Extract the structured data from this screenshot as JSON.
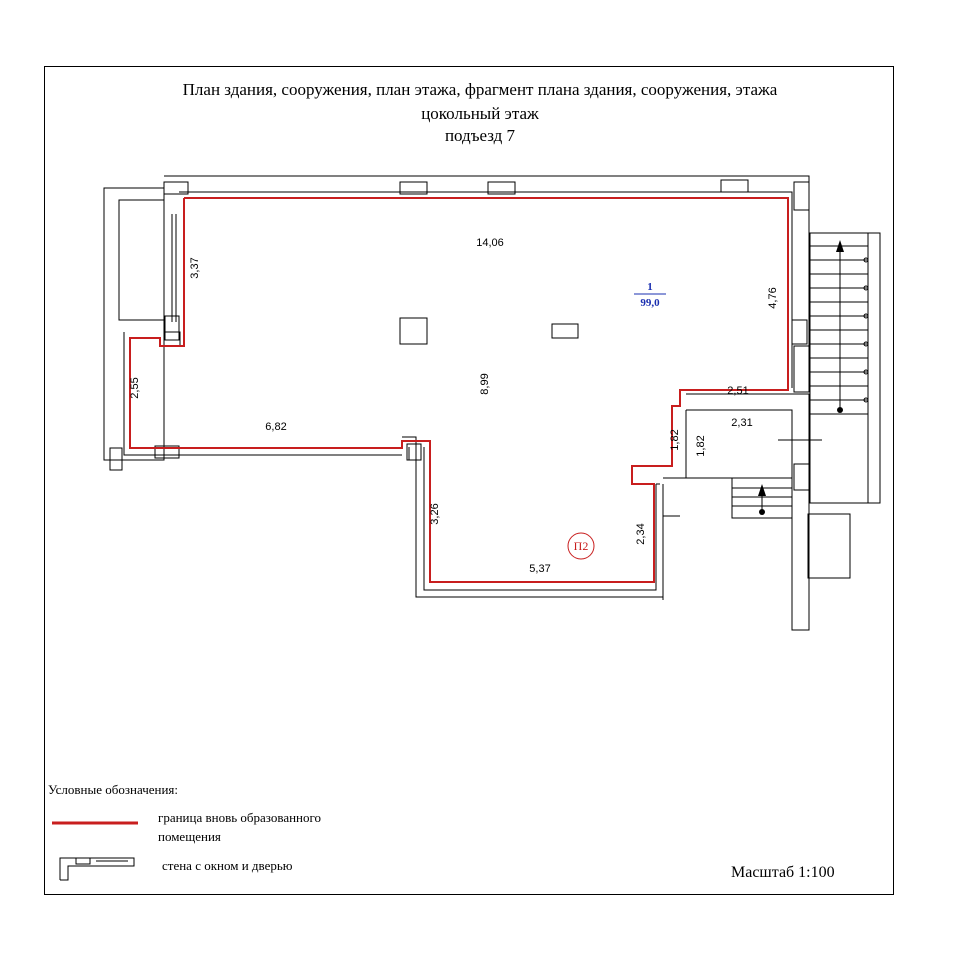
{
  "title": {
    "line1": "План здания, сооружения, план этажа, фрагмент плана здания, сооружения, этажа",
    "line2": "цокольный этаж",
    "line3": "подъезд 7"
  },
  "dimensions": {
    "top": "14,06",
    "left_upper": "3,37",
    "left_lower": "2,55",
    "right_upper": "4,76",
    "bottom_left": "6,82",
    "center": "8,99",
    "right_step": "2,51",
    "vert_step": "1,82",
    "vert_step_b": "1,82",
    "lower_left": "3,26",
    "lower_right": "2,34",
    "bottom": "5,37",
    "annex": "2,31"
  },
  "room": {
    "number": "1",
    "area": "99,0",
    "tag": "П2"
  },
  "legend": {
    "title": "Условные обозначения:",
    "boundary_line1": "граница  вновь образованного",
    "boundary_line2": "помещения",
    "wall": "стена с окном и дверью"
  },
  "scale": "Масштаб 1:100",
  "colors": {
    "boundary": "#c81e1e",
    "room_label": "#1a2fb0",
    "wall": "#000000"
  }
}
